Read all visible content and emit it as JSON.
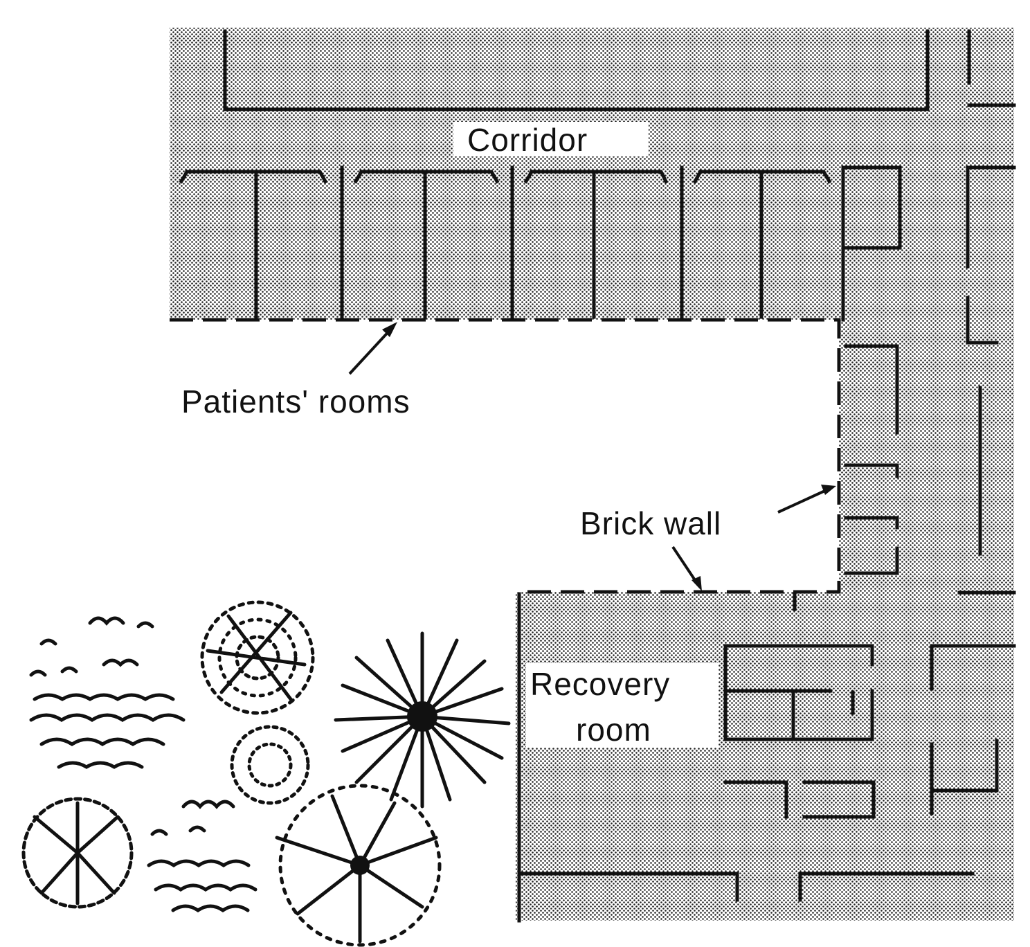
{
  "labels": {
    "corridor": "Corridor",
    "patients_rooms": "Patients' rooms",
    "brick_wall": "Brick wall",
    "recovery_line1": "Recovery",
    "recovery_line2": "room"
  },
  "colors": {
    "ink": "#111111",
    "paper": "#ffffff",
    "stipple": "#8a8a8a"
  }
}
